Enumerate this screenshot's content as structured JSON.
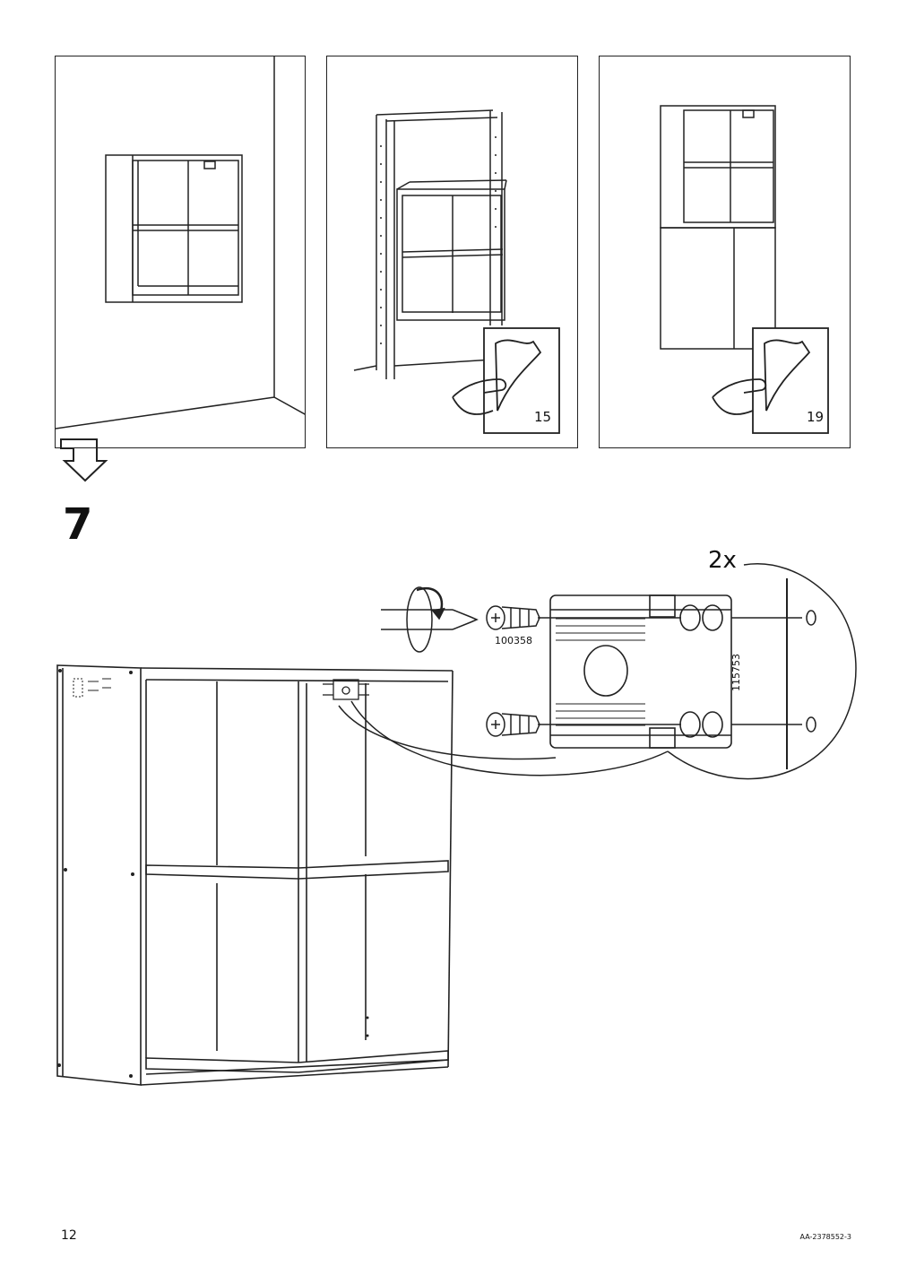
{
  "panels": [
    {
      "sticker_number": ""
    },
    {
      "sticker_number": "15"
    },
    {
      "sticker_number": "19"
    }
  ],
  "step": {
    "number": "7"
  },
  "detail": {
    "quantity": "2x",
    "screw_part_number": "100358",
    "plate_part_number": "115753"
  },
  "footer": {
    "page_number": "12",
    "document_code": "AA-2378552-3"
  }
}
